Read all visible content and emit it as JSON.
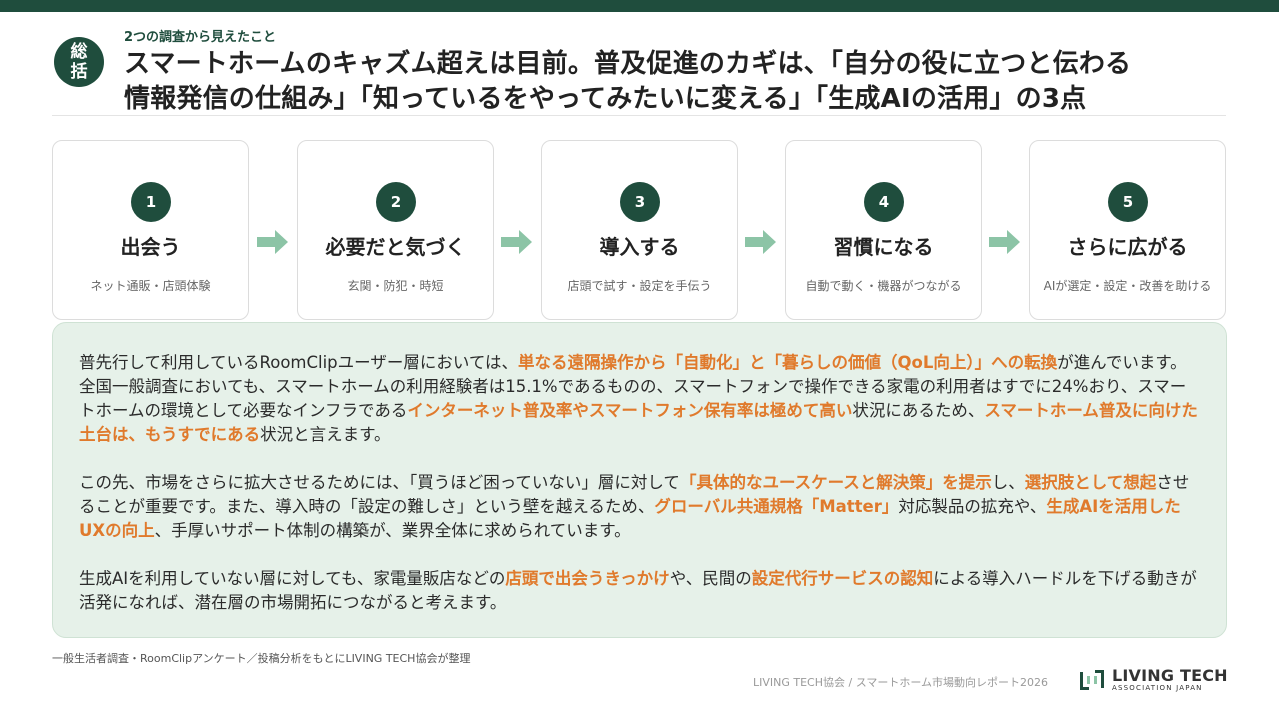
{
  "badge": "総\n括",
  "kicker": "2つの調査から見えたこと",
  "title": "スマートホームのキャズム超えは目前。普及促進のカギは、「自分の役に立つと伝わる\n情報発信の仕組み」「知っているをやってみたいに変える」「生成AIの活用」の3点",
  "steps": [
    {
      "num": "1",
      "title": "出会う",
      "sub": "ネット通販・店頭体験"
    },
    {
      "num": "2",
      "title": "必要だと気づく",
      "sub": "玄関・防犯・時短"
    },
    {
      "num": "3",
      "title": "導入する",
      "sub": "店頭で試す・設定を手伝う"
    },
    {
      "num": "4",
      "title": "習慣になる",
      "sub": "自動で動く・機器がつながる"
    },
    {
      "num": "5",
      "title": "さらに広がる",
      "sub": "AIが選定・設定・改善を助ける"
    }
  ],
  "summary": {
    "p1": [
      {
        "t": "普先行して利用しているRoomClipユーザー層においては、"
      },
      {
        "t": "単なる遠隔操作から「自動化」と「暮らしの価値（QoL向上）」への転換",
        "hl": true
      },
      {
        "t": "が進んでいます。全国一般調査においても、スマートホームの利用経験者は15.1%であるものの、スマートフォンで操作できる家電の利用者はすでに24%おり、スマートホームの環境として必要なインフラである"
      },
      {
        "t": "インターネット普及率やスマートフォン保有率は極めて高い",
        "hl": true
      },
      {
        "t": "状況にあるため、"
      },
      {
        "t": "スマートホーム普及に向けた土台は、もうすでにある",
        "hl": true
      },
      {
        "t": "状況と言えます。"
      }
    ],
    "p2": [
      {
        "t": "この先、市場をさらに拡大させるためには、「買うほど困っていない」層に対して"
      },
      {
        "t": "「具体的なユースケースと解決策」を提示",
        "hl": true
      },
      {
        "t": "し、"
      },
      {
        "t": "選択肢として想起",
        "hl": true
      },
      {
        "t": "させることが重要です。また、導入時の「設定の難しさ」という壁を越えるため、"
      },
      {
        "t": "グローバル共通規格「Matter」",
        "hl": true
      },
      {
        "t": "対応製品の拡充や、"
      },
      {
        "t": "生成AIを活用したUXの向上",
        "hl": true
      },
      {
        "t": "、手厚いサポート体制の構築が、業界全体に求められています。"
      }
    ],
    "p3": [
      {
        "t": "生成AIを利用していない層に対しても、家電量販店などの"
      },
      {
        "t": "店頭で出会うきっかけ",
        "hl": true
      },
      {
        "t": "や、民間の"
      },
      {
        "t": "設定代行サービスの認知",
        "hl": true
      },
      {
        "t": "による導入ハードルを下げる動きが活発になれば、潜在層の市場開拓につながると考えます。"
      }
    ]
  },
  "source": "一般生活者調査・RoomClipアンケート／投稿分析をもとにLIVING TECH協会が整理",
  "footer": "LIVING TECH協会 / スマートホーム市場動向レポート2026",
  "logo": {
    "main": "LIVING TECH",
    "sub": "ASSOCIATION JAPAN"
  },
  "colors": {
    "brand": "#1f4d3d",
    "accent": "#e07a2c",
    "panel": "#e6f1e9",
    "arrow": "#8cc4a6"
  }
}
